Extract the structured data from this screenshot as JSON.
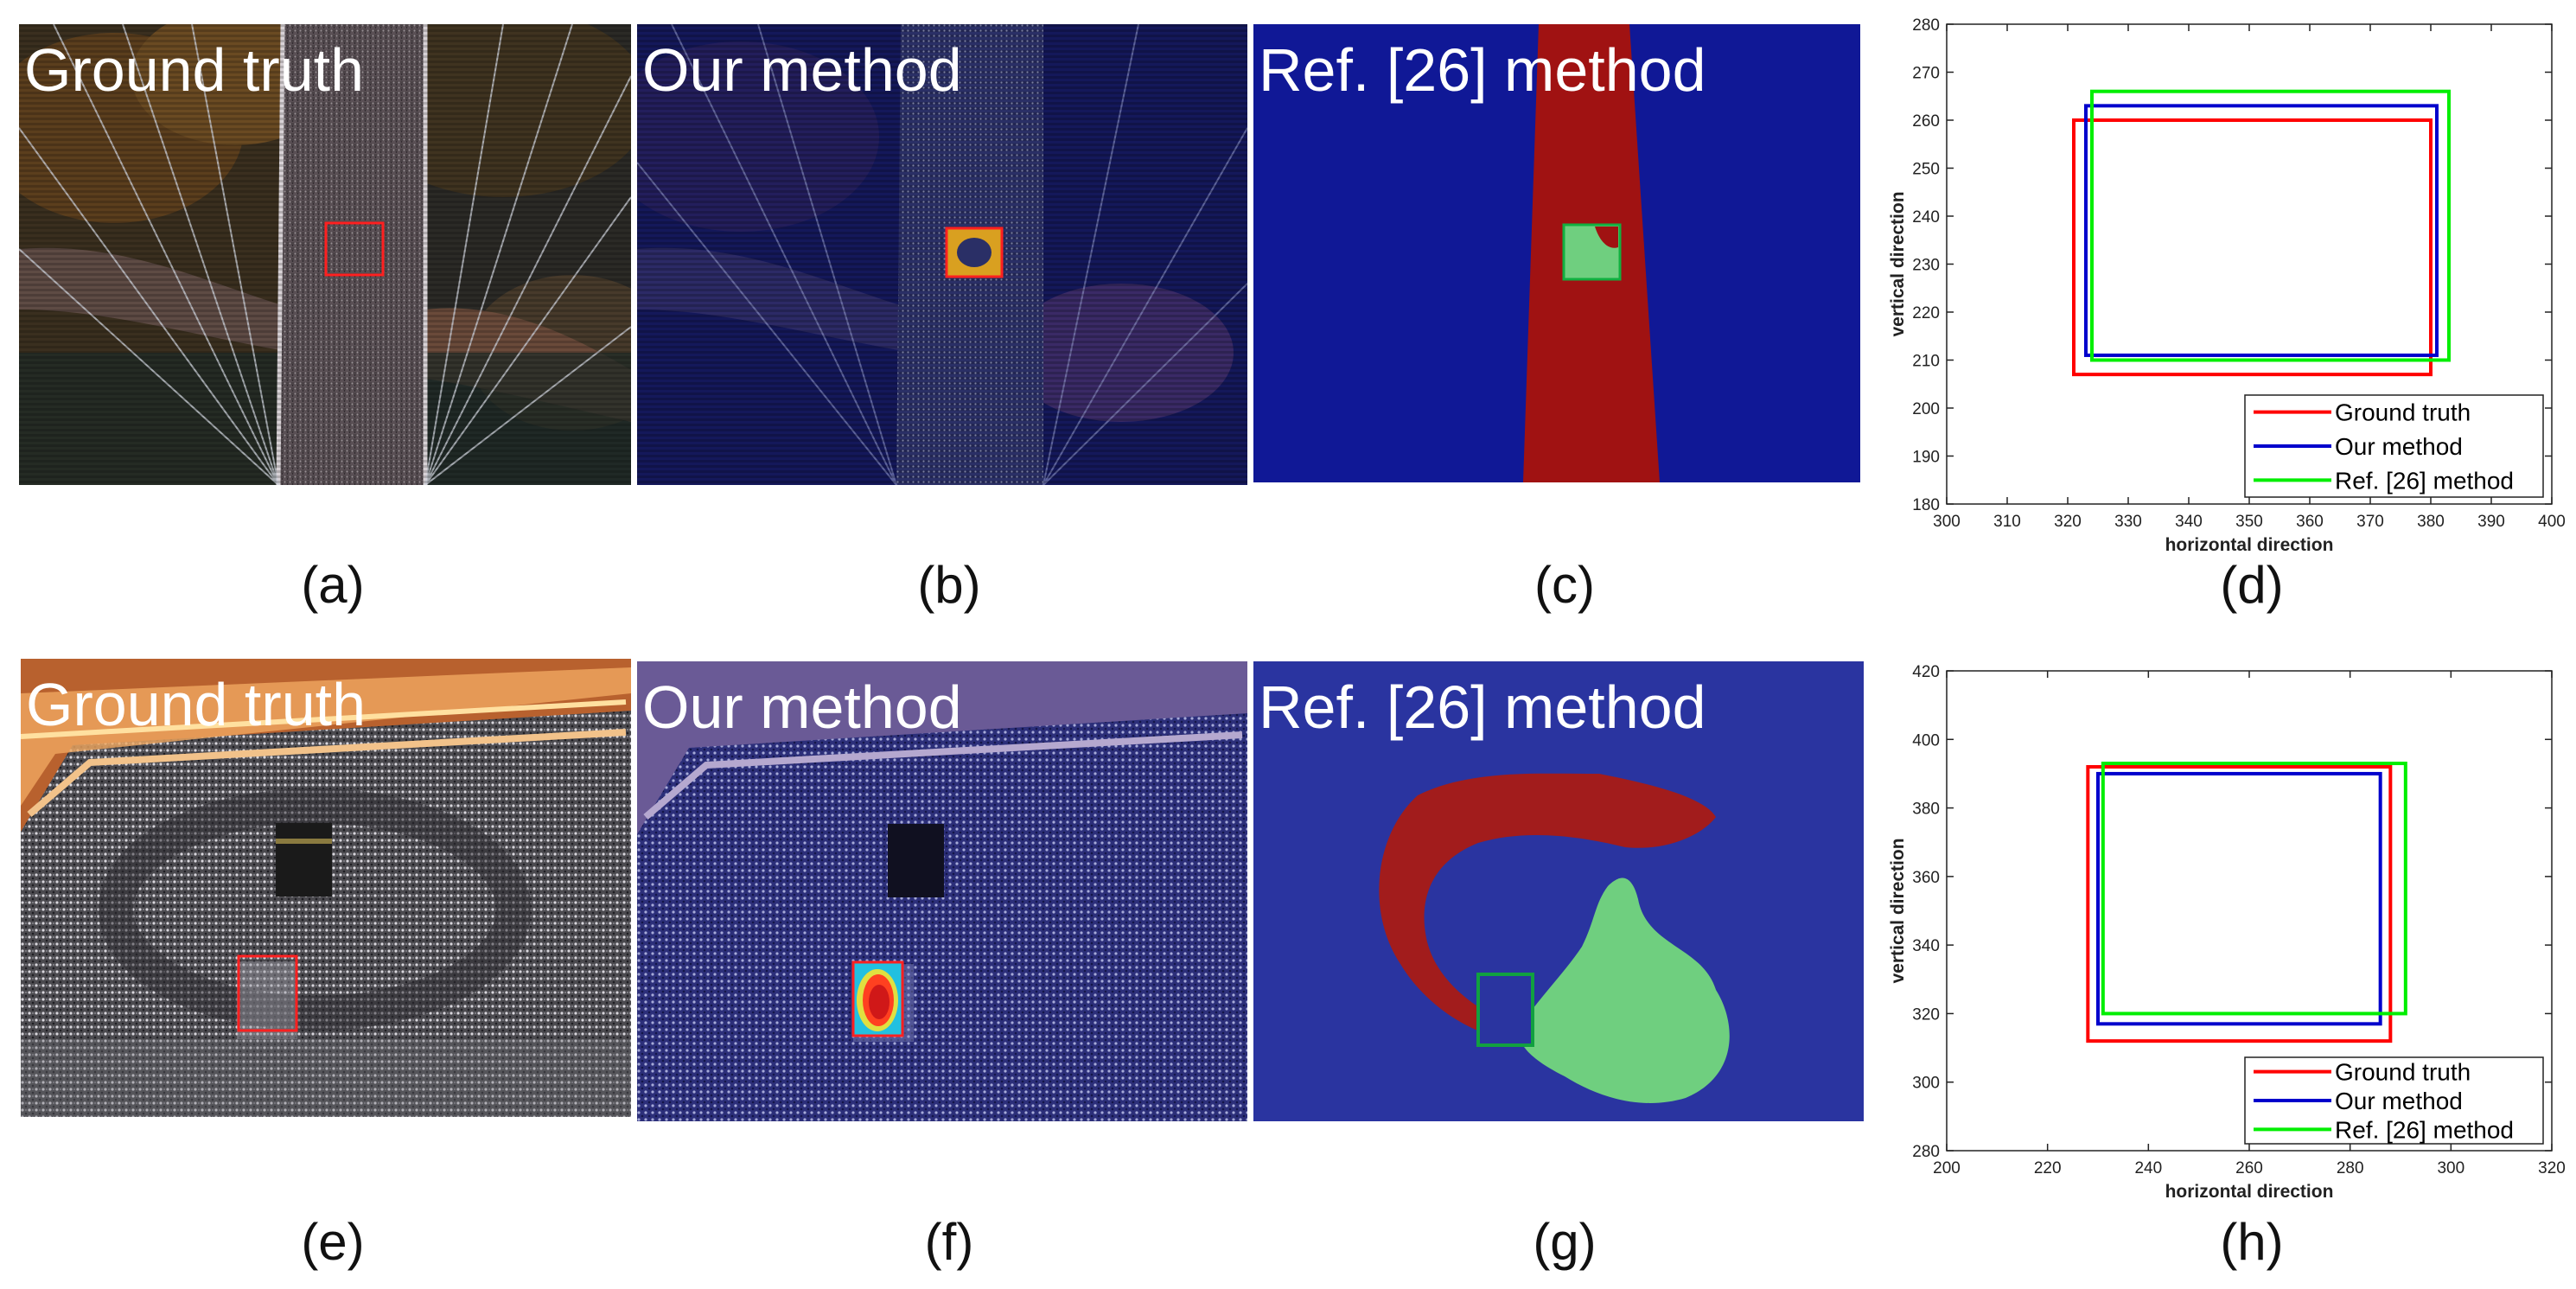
{
  "captions": [
    "(a)",
    "(b)",
    "(c)",
    "(d)",
    "(e)",
    "(f)",
    "(g)",
    "(h)"
  ],
  "panels": {
    "a_title": "Ground truth",
    "b_title": "Our method",
    "c_title": "Ref. [26] method",
    "e_title": "Ground truth",
    "f_title": "Our method",
    "g_title": "Ref. [26] method"
  },
  "colors": {
    "ground_truth": "#ff0000",
    "our_method": "#0000cc",
    "ref26": "#00ee00",
    "seg_background": "#1414a0",
    "seg_region": "#a01010",
    "seg_target": "#6fcf7f"
  },
  "chart_data": [
    {
      "type": "rectangle-overlay",
      "panel": "(d)",
      "xlabel": "horizontal direction",
      "ylabel": "vertical direction",
      "xlim": [
        300,
        400
      ],
      "ylim": [
        180,
        280
      ],
      "xticks": [
        300,
        310,
        320,
        330,
        340,
        350,
        360,
        370,
        380,
        390,
        400
      ],
      "yticks": [
        180,
        190,
        200,
        210,
        220,
        230,
        240,
        250,
        260,
        270,
        280
      ],
      "legend_position": "bottom-right",
      "series": [
        {
          "name": "Ground truth",
          "color": "#ff0000",
          "x0": 321,
          "x1": 380,
          "y0": 207,
          "y1": 260
        },
        {
          "name": "Our method",
          "color": "#0000cc",
          "x0": 323,
          "x1": 381,
          "y0": 211,
          "y1": 263
        },
        {
          "name": "Ref. [26] method",
          "color": "#00ee00",
          "x0": 324,
          "x1": 383,
          "y0": 210,
          "y1": 266
        }
      ]
    },
    {
      "type": "rectangle-overlay",
      "panel": "(h)",
      "xlabel": "horizontal direction",
      "ylabel": "vertical direction",
      "xlim": [
        200,
        320
      ],
      "ylim": [
        280,
        420
      ],
      "xticks": [
        200,
        220,
        240,
        260,
        280,
        300,
        320
      ],
      "yticks": [
        280,
        300,
        320,
        340,
        360,
        380,
        400,
        420
      ],
      "legend_position": "bottom-right",
      "series": [
        {
          "name": "Ground truth",
          "color": "#ff0000",
          "x0": 228,
          "x1": 288,
          "y0": 312,
          "y1": 392
        },
        {
          "name": "Our method",
          "color": "#0000cc",
          "x0": 230,
          "x1": 286,
          "y0": 317,
          "y1": 390
        },
        {
          "name": "Ref. [26] method",
          "color": "#00ee00",
          "x0": 231,
          "x1": 291,
          "y0": 320,
          "y1": 393
        }
      ]
    }
  ]
}
